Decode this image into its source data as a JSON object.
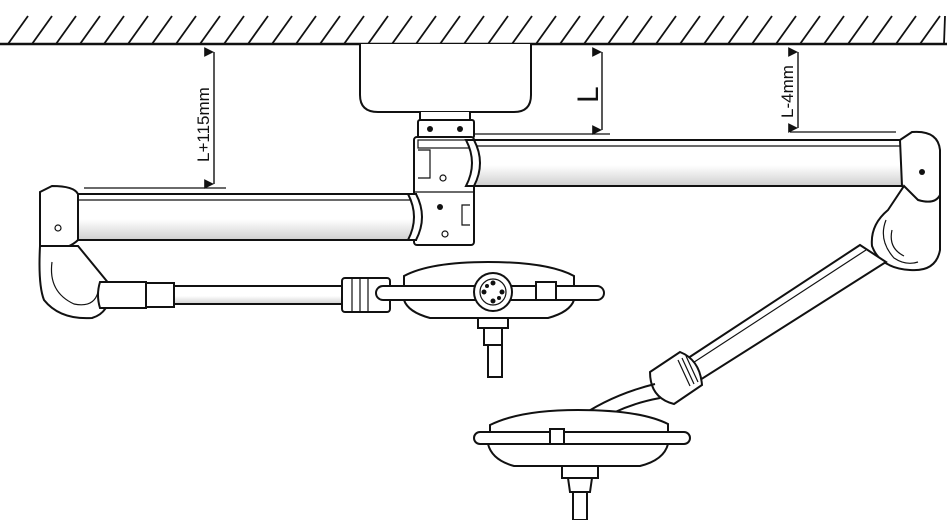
{
  "dimensions": {
    "left_offset": "L+115mm",
    "center_reference": "L",
    "right_offset": "L-4mm"
  },
  "colors": {
    "line": "#111111",
    "tube_shade": "#d9d9d9",
    "background": "#ffffff"
  }
}
